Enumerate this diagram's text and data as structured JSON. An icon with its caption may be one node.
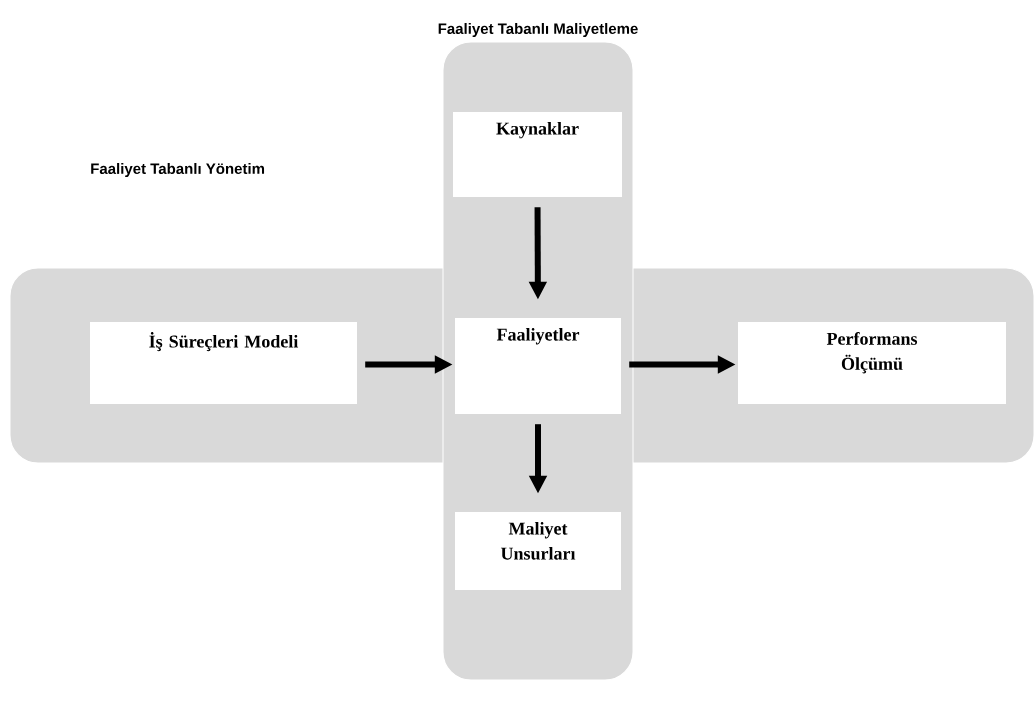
{
  "diagram": {
    "nodes": [
      {
        "text": [
          "Faaliyet Tabanlı Maliyetleme"
        ]
      },
      {
        "text": [
          "Kaynaklar"
        ],
        "in": 0
      },
      {
        "text": [],
        "shape": "box"
      },
      {
        "text": [
          "İş Süreçleri Modeli"
        ],
        "in": 2
      },
      {
        "text": [
          "Faaliyetler"
        ]
      },
      {
        "text": [
          "Performans Ölçümü"
        ],
        "in": 2
      },
      {
        "text": [
          "Maliyet Unsurları"
        ],
        "in": 0
      }
    ],
    "edges": [
      {
        "from": 1,
        "to": 4,
        "arrow": "to"
      },
      {
        "from": 3,
        "to": 4,
        "arrow": "to"
      },
      {
        "from": 4,
        "to": 5,
        "arrow": "to"
      },
      {
        "from": 4,
        "to": 6,
        "arrow": "to"
      }
    ],
    "labels": [
      "Faaliyet Tabanlı Yönetim"
    ]
  }
}
